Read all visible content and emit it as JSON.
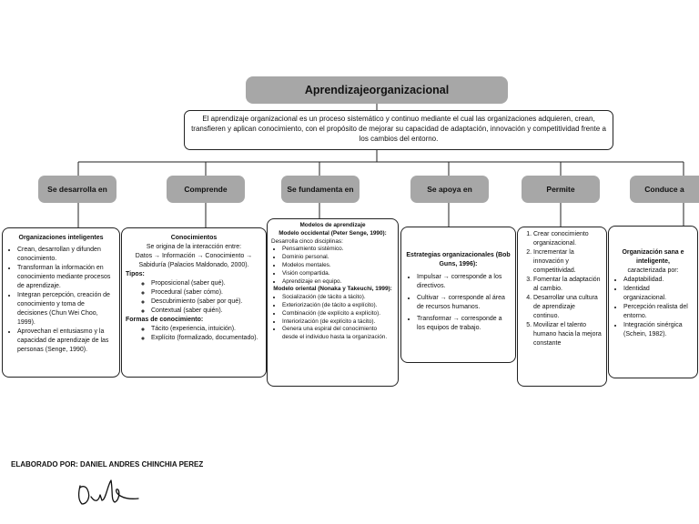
{
  "title": "Aprendizajeorganizacional",
  "definition": "El aprendizaje organizacional es un proceso sistemático y continuo mediante el cual las organizaciones adquieren, crean, transfieren y aplican conocimiento, con el propósito de mejorar su capacidad de adaptación, innovación y competitividad frente a los cambios del entorno.",
  "connectors": {
    "c1": "Se desarrolla en",
    "c2": "Comprende",
    "c3": "Se fundamenta en",
    "c4": "Se apoya en",
    "c5": "Permite",
    "c6": "Conduce a"
  },
  "box1": {
    "heading": "Organizaciones inteligentes",
    "items": [
      "Crean, desarrollan y difunden conocimiento.",
      "Transforman la información en conocimiento mediante procesos de aprendizaje.",
      "Integran percepción, creación de conocimiento y toma de decisiones (Chun Wei Choo, 1999).",
      "Aprovechan el entusiasmo y la capacidad de aprendizaje de las personas (Senge, 1990)."
    ]
  },
  "box2": {
    "heading": "Conocimientos",
    "intro": "Se origina de la interacción entre:",
    "flow": "Datos → Información → Conocimiento → Sabiduría (Palacios Maldonado, 2000).",
    "types_label": "Tipos:",
    "types": [
      "Proposicional (saber qué).",
      "Procedural (saber cómo).",
      "Descubrimiento (saber por qué).",
      "Contextual (saber quién)."
    ],
    "forms_label": "Formas de conocimiento:",
    "forms": [
      "Tácito (experiencia, intuición).",
      "Explícito (formalizado, documentado)."
    ]
  },
  "box3": {
    "heading": "Modelos de aprendizaje",
    "occ_title": "Modelo occidental (Peter Senge, 1990):",
    "occ_intro": "Desarrolla cinco disciplinas:",
    "occ_items": [
      "Pensamiento sistémico.",
      "Dominio personal.",
      "Modelos mentales.",
      "Visión compartida.",
      "Aprendizaje en equipo."
    ],
    "ori_title": "Modelo oriental (Nonaka y Takeuchi, 1999):",
    "ori_items": [
      "Socialización (de tácito a tácito).",
      "Exteriorización (de tácito a explícito).",
      "Combinación (de explícito a explícito).",
      "Interiorización (de explícito a tácito).",
      "Genera una espiral del conocimiento desde el individuo hasta la organización."
    ]
  },
  "box4": {
    "heading": "Estrategias organizacionales (Bob Guns, 1996):",
    "items": [
      "Impulsar → corresponde a los directivos.",
      "Cultivar → corresponde al área de recursos humanos.",
      "Transformar → corresponde a los equipos de trabajo."
    ]
  },
  "box5": {
    "items": [
      "Crear conocimiento organizacional.",
      "Incrementar la innovación y competitividad.",
      "Fomentar la adaptación al cambio.",
      "Desarrollar una cultura de aprendizaje continuo.",
      "Movilizar el talento humano hacia la mejora constante"
    ]
  },
  "box6": {
    "heading": "Organización sana e inteligente,",
    "sub": "caracterizada por:",
    "items": [
      "Adaptabilidad.",
      "Identidad organizacional.",
      "Percepción realista del entorno.",
      "Integración sinérgica (Schein, 1982)."
    ]
  },
  "footer": "ELABORADO POR: DANIEL ANDRES CHINCHIA PEREZ"
}
